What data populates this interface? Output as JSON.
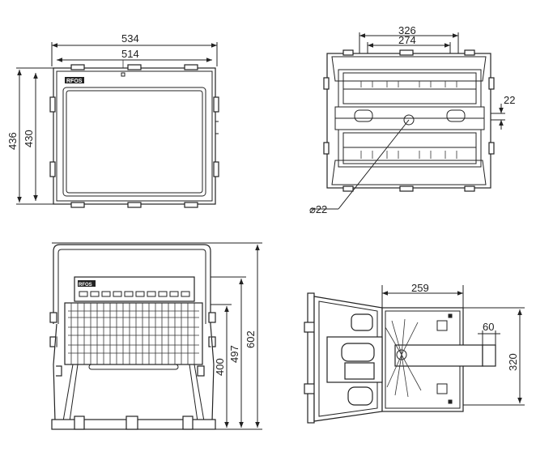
{
  "views": {
    "front": {
      "width_outer": "534",
      "width_inner": "514",
      "height_outer": "436",
      "height_inner": "430",
      "logo": "RFOS"
    },
    "top": {
      "span_outer": "326",
      "span_inner": "274",
      "offset": "22",
      "hole_diameter": "⌀22"
    },
    "side": {
      "height_total": "602",
      "height_mid": "497",
      "height_body": "400",
      "logo": "RFOS"
    },
    "bracket": {
      "depth": "259",
      "arm_width": "60",
      "height": "320"
    }
  }
}
